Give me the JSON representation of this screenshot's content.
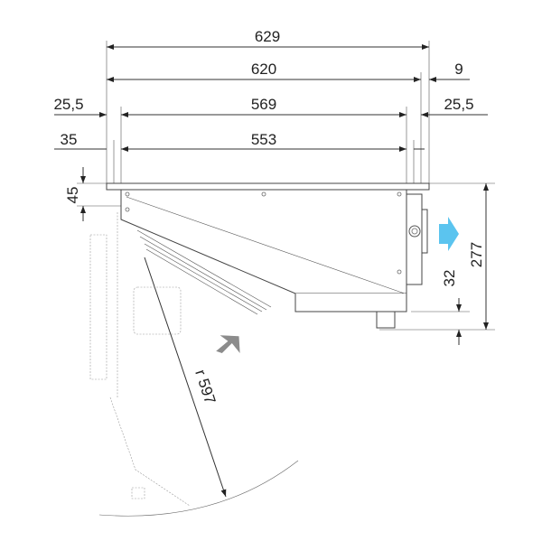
{
  "dimensions": {
    "overall_width": "629",
    "body_width": "620",
    "right_offset": "9",
    "left_margin_1": "25,5",
    "inner_width_1": "569",
    "right_margin": "25,5",
    "left_margin_2": "35",
    "inner_width_2": "553",
    "top_height": "45",
    "total_height": "277",
    "bottom_offset": "32",
    "swing_radius": "r 597"
  },
  "colors": {
    "airflow_out": "#5bc4ef",
    "airflow_in": "#8c8c8c"
  },
  "icons": {
    "airflow_out": "arrow-right-icon",
    "airflow_in": "arrow-up-right-icon"
  }
}
